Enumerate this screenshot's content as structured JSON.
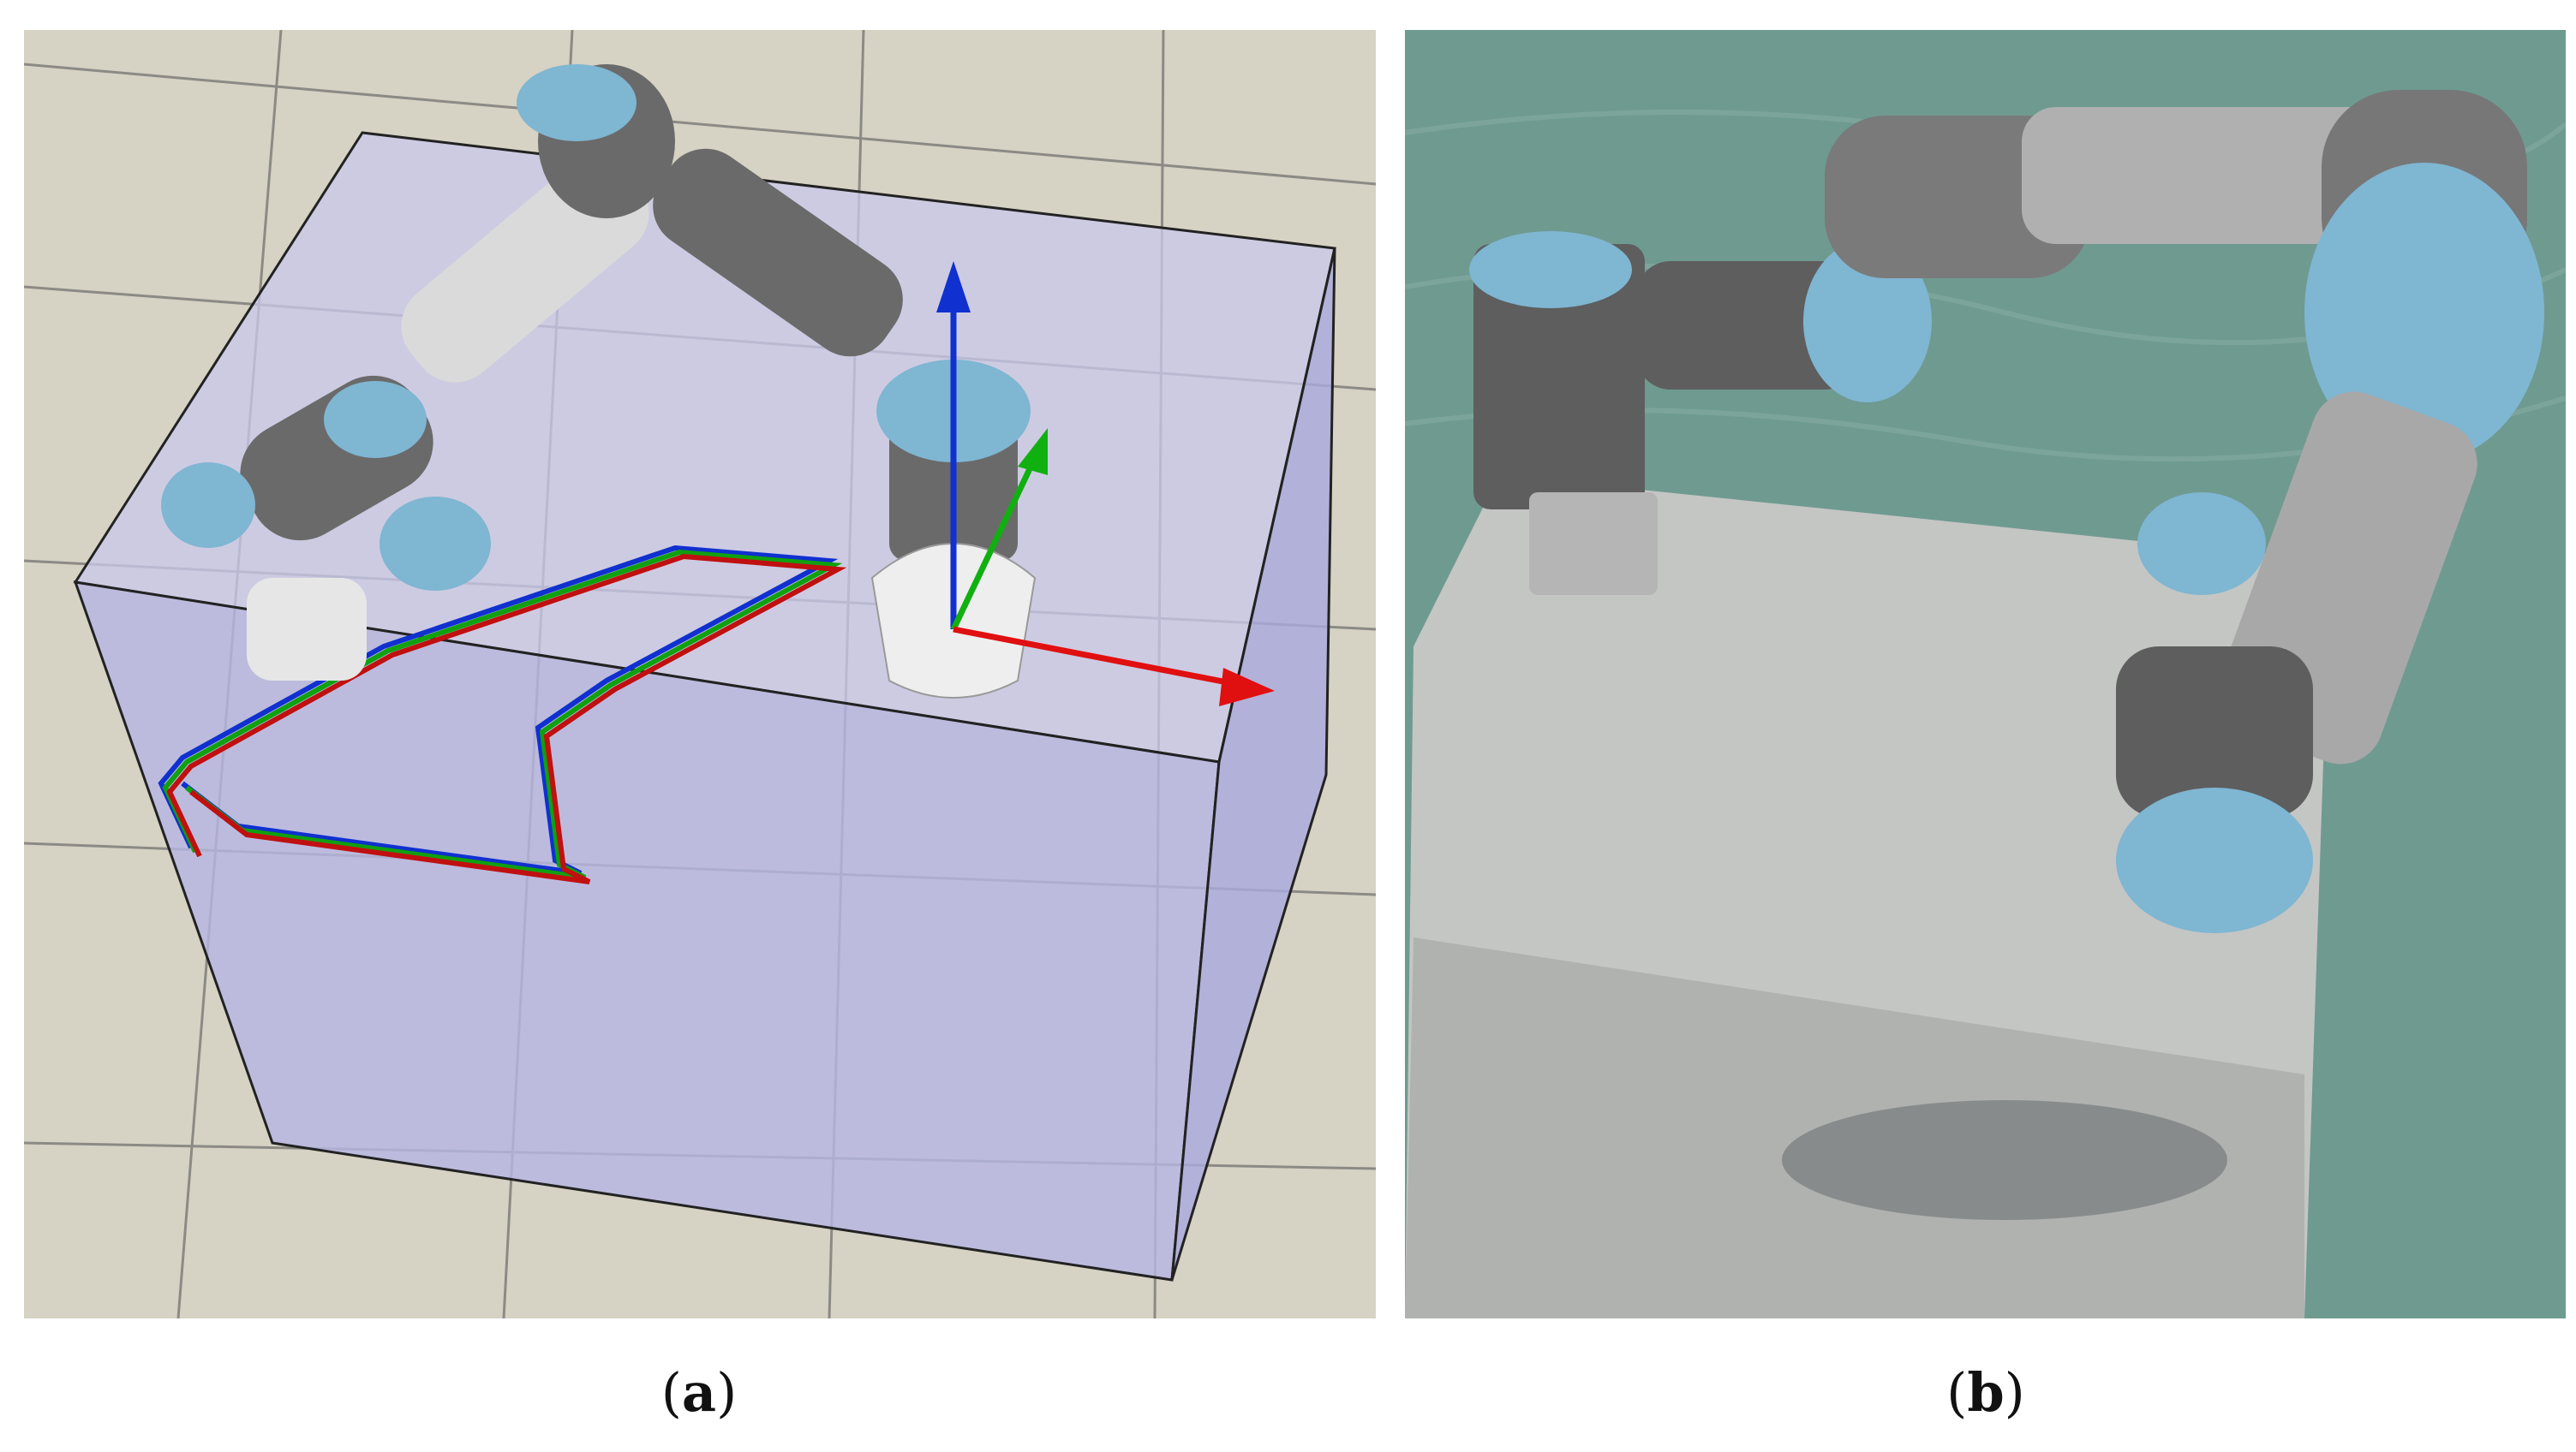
{
  "panels": [
    {
      "id": "a",
      "label": "a"
    },
    {
      "id": "b",
      "label": "b"
    }
  ],
  "colors": {
    "axis_x": "#e01010",
    "axis_y": "#10b010",
    "axis_z": "#1030d0",
    "robot_cap": "#7fb6d2",
    "robot_body": "#6a6a6a",
    "robot_link": "#d8d8d8",
    "workspace_box": "#b7b7e8",
    "floor_tile": "#d9d5c8",
    "table_green": "#6f9a90",
    "plate": "#c4c6c4"
  }
}
